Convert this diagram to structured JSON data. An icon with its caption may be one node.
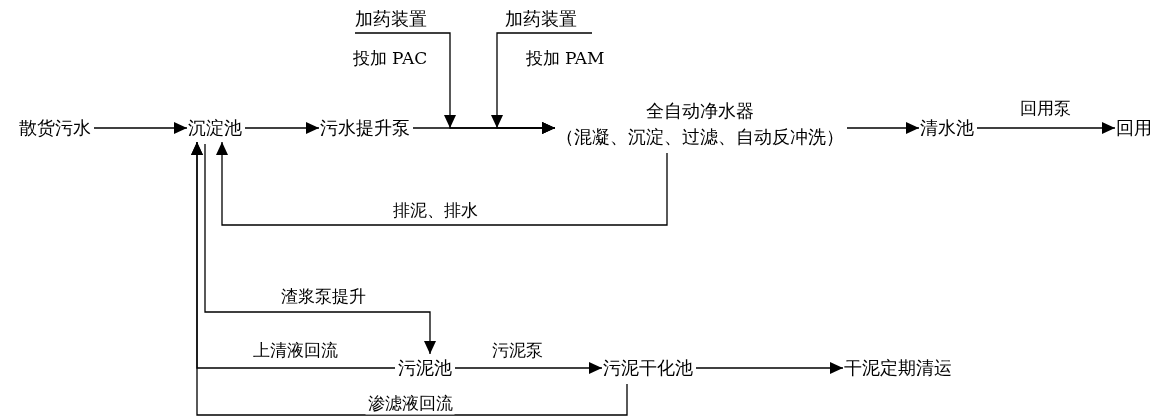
{
  "diagram": {
    "nodes": [
      {
        "text": [
          "散货污水"
        ]
      },
      {
        "text": [
          "沉淀池"
        ]
      },
      {
        "text": [
          "污水提升泵"
        ]
      },
      {
        "text": [
          "加药装置"
        ]
      },
      {
        "text": [
          "加药装置"
        ]
      },
      {
        "text": [
          "全自动净水器",
          "（混凝、沉淀、过滤、自动反冲洗）"
        ]
      },
      {
        "text": [
          "清水池"
        ]
      },
      {
        "text": [
          "回用"
        ]
      },
      {
        "text": [
          "污泥池"
        ]
      },
      {
        "text": [
          "污泥干化池"
        ]
      },
      {
        "text": [
          "干泥定期清运"
        ]
      }
    ],
    "edges": [
      {
        "from": 0,
        "to": 1,
        "arrow": "to"
      },
      {
        "from": 1,
        "to": 2,
        "arrow": "to"
      },
      {
        "from": 2,
        "to": 5,
        "arrow": "to"
      },
      {
        "from": 3,
        "to": 5,
        "arrow": "to",
        "label": "投加 PAC"
      },
      {
        "from": 4,
        "to": 5,
        "arrow": "to",
        "label": "投加 PAM"
      },
      {
        "from": 5,
        "to": 1,
        "arrow": "to",
        "label": "排泥、排水"
      },
      {
        "from": 1,
        "to": 8,
        "arrow": "to",
        "label": "渣浆泵提升"
      },
      {
        "from": 8,
        "to": 1,
        "arrow": "to",
        "label": "上清液回流"
      },
      {
        "from": 9,
        "to": 1,
        "arrow": "to",
        "label": "渗滤液回流"
      },
      {
        "from": 8,
        "to": 9,
        "arrow": "to",
        "label": "污泥泵"
      },
      {
        "from": 9,
        "to": 10,
        "arrow": "to"
      },
      {
        "from": 5,
        "to": 6,
        "arrow": "to"
      },
      {
        "from": 6,
        "to": 7,
        "arrow": "to",
        "label": "回用泵"
      }
    ]
  }
}
